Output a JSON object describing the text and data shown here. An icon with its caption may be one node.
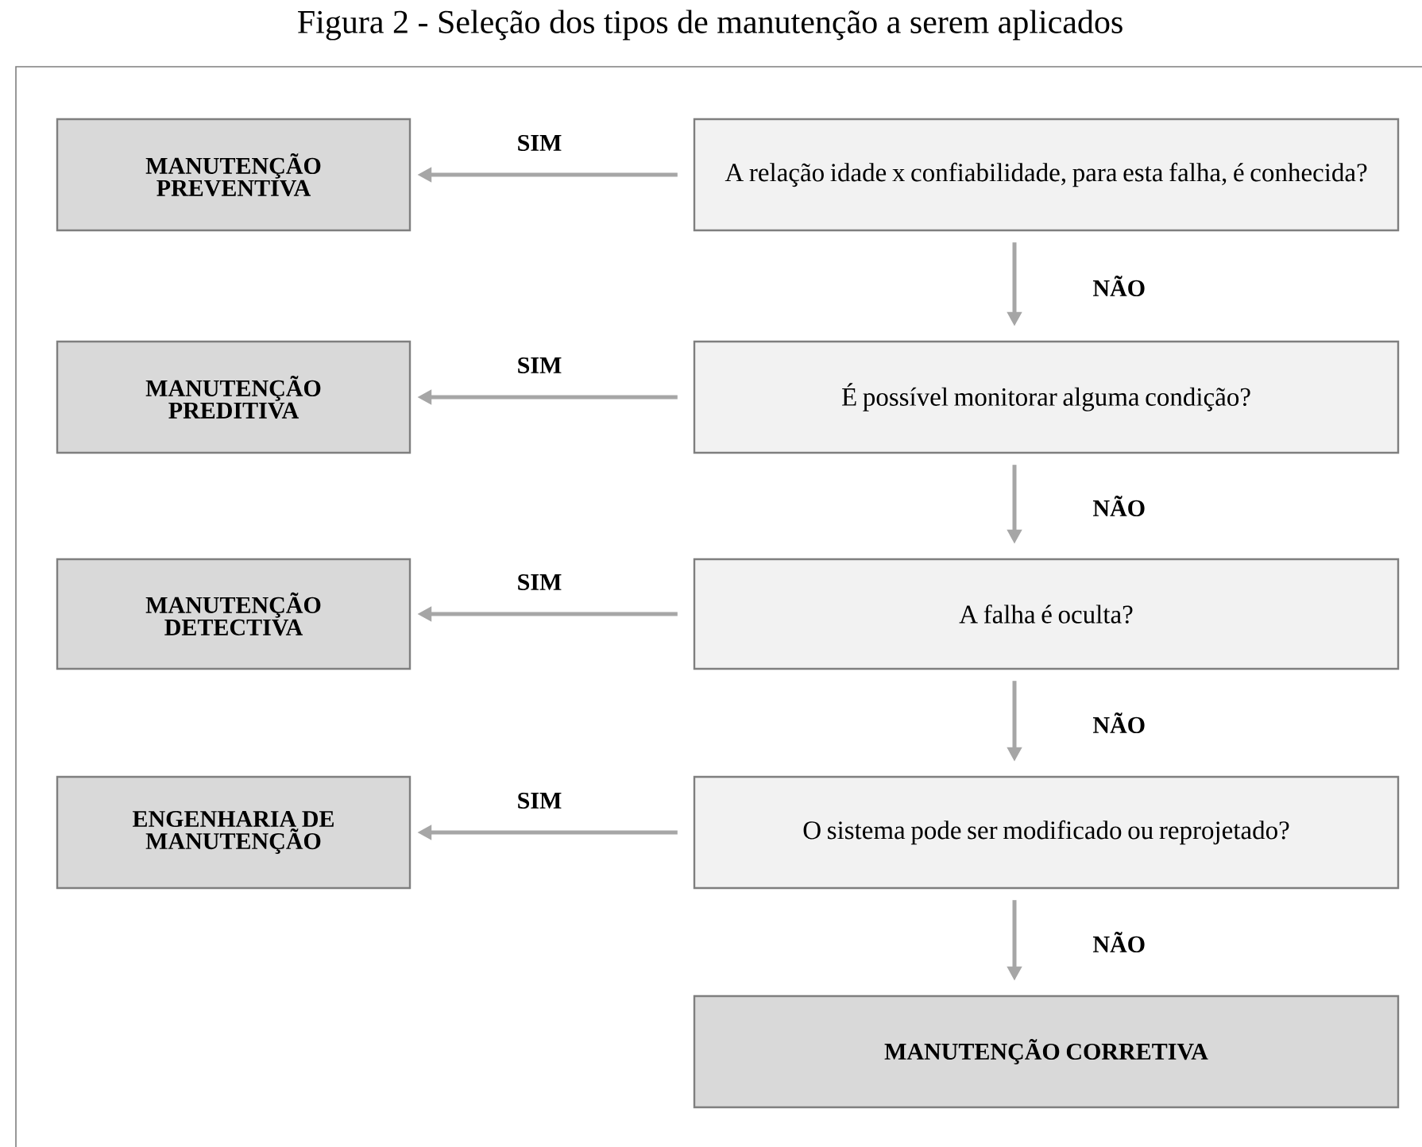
{
  "diagram": {
    "title": "Figura 2 - Seleção dos tipos de manutenção a serem aplicados",
    "nodes": [
      {
        "text": [
          "MANUTENÇÃO PREVENTIVA"
        ]
      },
      {
        "text": [
          "A relação idade x confiabilidade, para esta falha, é conhecida?"
        ]
      },
      {
        "text": [
          "MANUTENÇÃO PREDITIVA"
        ]
      },
      {
        "text": [
          "É possível monitorar alguma condição?"
        ]
      },
      {
        "text": [
          "MANUTENÇÃO DETECTIVA"
        ]
      },
      {
        "text": [
          "A falha é oculta?"
        ]
      },
      {
        "text": [
          "ENGENHARIA DE MANUTENÇÃO"
        ]
      },
      {
        "text": [
          "O sistema pode ser modificado ou reprojetado?"
        ]
      },
      {
        "text": [
          "MANUTENÇÃO CORRETIVA"
        ]
      }
    ],
    "edges": [
      {
        "from": 1,
        "to": 0,
        "arrow": "to",
        "label": "SIM"
      },
      {
        "from": 1,
        "to": 3,
        "arrow": "to",
        "label": "NÃO"
      },
      {
        "from": 3,
        "to": 2,
        "arrow": "to",
        "label": "SIM"
      },
      {
        "from": 3,
        "to": 5,
        "arrow": "to",
        "label": "NÃO"
      },
      {
        "from": 5,
        "to": 4,
        "arrow": "to",
        "label": "SIM"
      },
      {
        "from": 5,
        "to": 7,
        "arrow": "to",
        "label": "NÃO"
      },
      {
        "from": 7,
        "to": 6,
        "arrow": "to",
        "label": "SIM"
      },
      {
        "from": 7,
        "to": 8,
        "arrow": "to",
        "label": "NÃO"
      }
    ]
  }
}
